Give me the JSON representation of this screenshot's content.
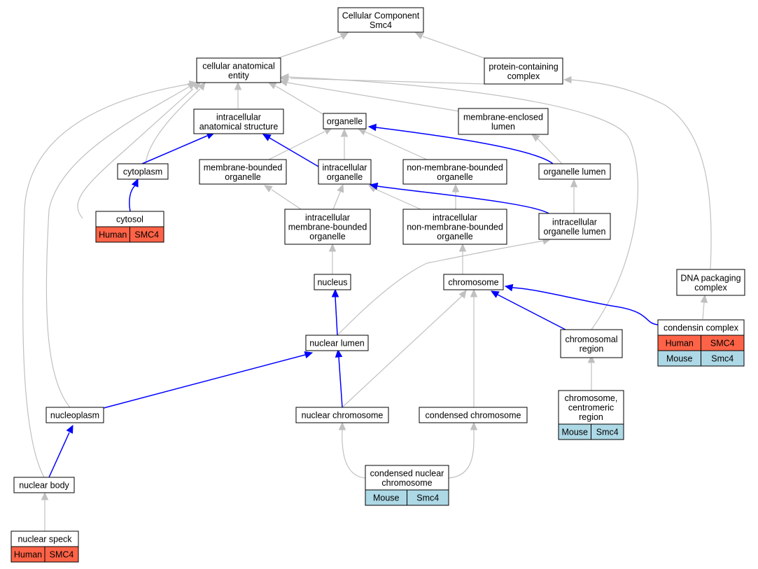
{
  "colors": {
    "human": "#ff6347",
    "mouse": "#add8e6",
    "is_a_edge": "#c0c0c0",
    "part_of_edge": "#0000ff"
  },
  "nodes": {
    "root": [
      "Cellular Component",
      "Smc4"
    ],
    "cae": [
      "cellular anatomical",
      "entity"
    ],
    "pcc": [
      "protein-containing",
      "complex"
    ],
    "ias": [
      "intracellular",
      "anatomical structure"
    ],
    "organelle": [
      "organelle"
    ],
    "mel": [
      "membrane-enclosed",
      "lumen"
    ],
    "cytoplasm": [
      "cytoplasm"
    ],
    "mbo": [
      "membrane-bounded",
      "organelle"
    ],
    "io": [
      "intracellular",
      "organelle"
    ],
    "nmbo": [
      "non-membrane-bounded",
      "organelle"
    ],
    "ol": [
      "organelle lumen"
    ],
    "cytosol": [
      "cytosol"
    ],
    "imbo": [
      "intracellular",
      "membrane-bounded",
      "organelle"
    ],
    "inmbo": [
      "intracellular",
      "non-membrane-bounded",
      "organelle"
    ],
    "iol": [
      "intracellular",
      "organelle lumen"
    ],
    "nucleus": [
      "nucleus"
    ],
    "chromosome": [
      "chromosome"
    ],
    "dpc": [
      "DNA packaging",
      "complex"
    ],
    "nl": [
      "nuclear lumen"
    ],
    "cr": [
      "chromosomal",
      "region"
    ],
    "cc": [
      "condensin complex"
    ],
    "ccr": [
      "chromosome,",
      "centromeric",
      "region"
    ],
    "np": [
      "nucleoplasm"
    ],
    "nc": [
      "nuclear chromosome"
    ],
    "cdc": [
      "condensed chromosome"
    ],
    "nb": [
      "nuclear body"
    ],
    "cnc": [
      "condensed nuclear",
      "chromosome"
    ],
    "ns": [
      "nuclear speck"
    ]
  },
  "annotations": {
    "cytosol": [
      [
        "Human",
        "SMC4"
      ]
    ],
    "cc": [
      [
        "Human",
        "SMC4"
      ],
      [
        "Mouse",
        "Smc4"
      ]
    ],
    "ccr": [
      [
        "Mouse",
        "Smc4"
      ]
    ],
    "cnc": [
      [
        "Mouse",
        "Smc4"
      ]
    ],
    "ns": [
      [
        "Human",
        "SMC4"
      ]
    ]
  }
}
